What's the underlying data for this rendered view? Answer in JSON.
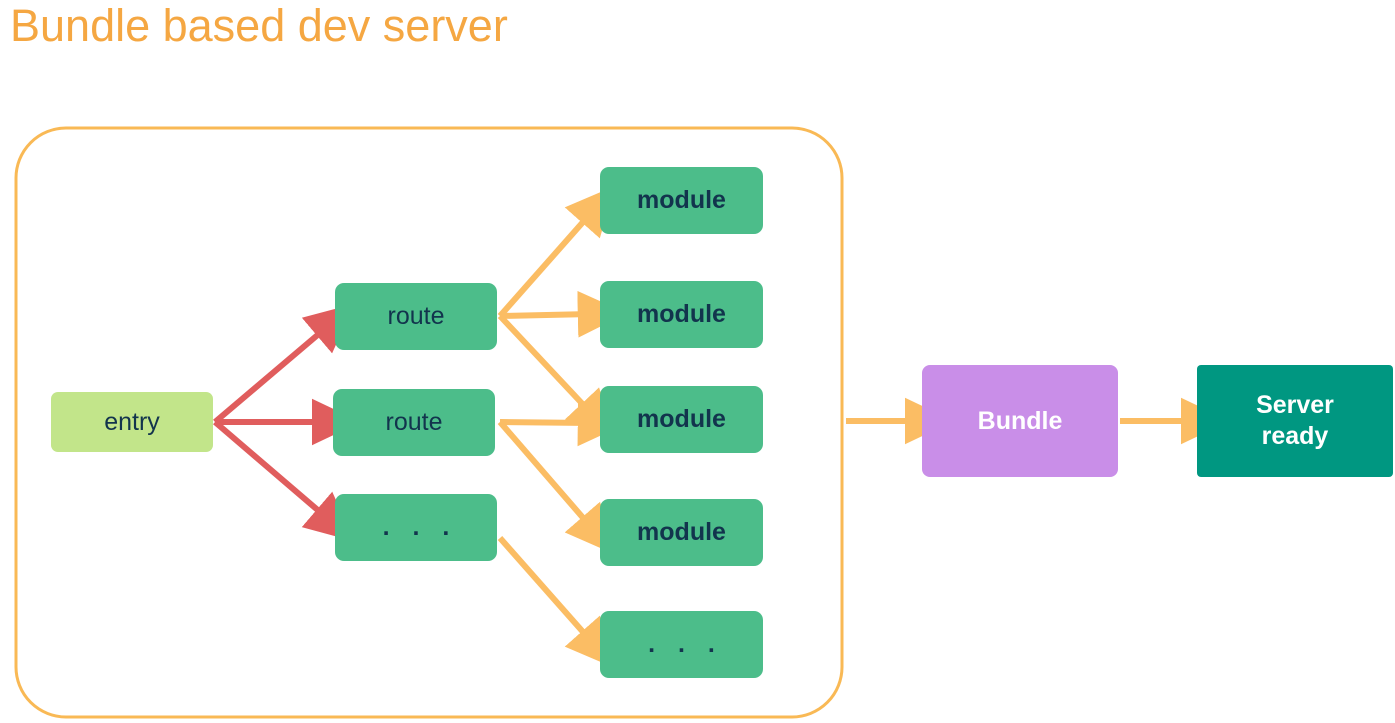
{
  "title": "Bundle based dev server",
  "colors": {
    "title": "#f5a742",
    "container_border": "#f9b košt",
    "entry_fill": "#c2e58a",
    "node_fill": "#4cbd8a",
    "bundle_fill": "#c98ee8",
    "server_fill": "#009781",
    "arrow_red": "#e05d5d",
    "arrow_orange": "#fbbd64",
    "node_text": "#12344d",
    "light_text": "#ffffff"
  },
  "container": {
    "name": "dev-server-bundling-group"
  },
  "nodes": {
    "entry": {
      "label": "entry"
    },
    "routes": [
      {
        "label": "route"
      },
      {
        "label": "route"
      },
      {
        "label": ". . ."
      }
    ],
    "modules": [
      {
        "label": "module"
      },
      {
        "label": "module"
      },
      {
        "label": "module"
      },
      {
        "label": "module"
      },
      {
        "label": ". . ."
      }
    ],
    "bundle": {
      "label": "Bundle"
    },
    "server": {
      "label": "Server\nready"
    }
  },
  "edges": [
    {
      "from": "entry",
      "to": "route-1",
      "color": "red"
    },
    {
      "from": "entry",
      "to": "route-2",
      "color": "red"
    },
    {
      "from": "entry",
      "to": "route-3",
      "color": "red"
    },
    {
      "from": "route-1",
      "to": "module-1",
      "color": "orange"
    },
    {
      "from": "route-1",
      "to": "module-2",
      "color": "orange"
    },
    {
      "from": "route-1",
      "to": "module-3",
      "color": "orange"
    },
    {
      "from": "route-2",
      "to": "module-3",
      "color": "orange"
    },
    {
      "from": "route-2",
      "to": "module-4",
      "color": "orange"
    },
    {
      "from": "route-3",
      "to": "module-5",
      "color": "orange"
    },
    {
      "from": "group",
      "to": "bundle",
      "color": "orange"
    },
    {
      "from": "bundle",
      "to": "server",
      "color": "orange"
    }
  ]
}
